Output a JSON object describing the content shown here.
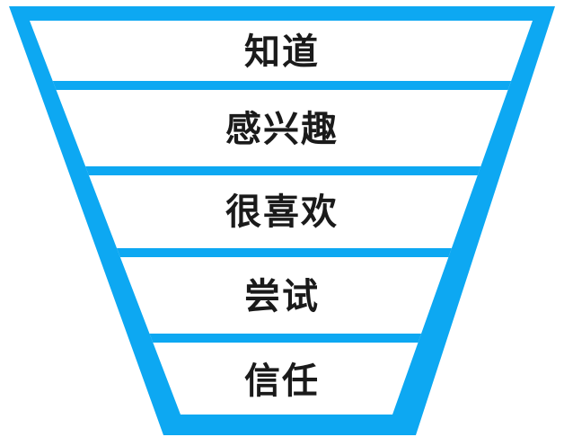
{
  "page": {
    "background_color": "#ffffff"
  },
  "diagram": {
    "kind": "funnel",
    "orientation": "inverted (wide top, narrow bottom)",
    "accent_color": "#0da8f2",
    "inner_color": "#ffffff",
    "text_color": "#1a1a1a",
    "levels": [
      {
        "label": "知道"
      },
      {
        "label": "感兴趣"
      },
      {
        "label": "很喜欢"
      },
      {
        "label": "尝试"
      },
      {
        "label": "信任"
      }
    ]
  }
}
